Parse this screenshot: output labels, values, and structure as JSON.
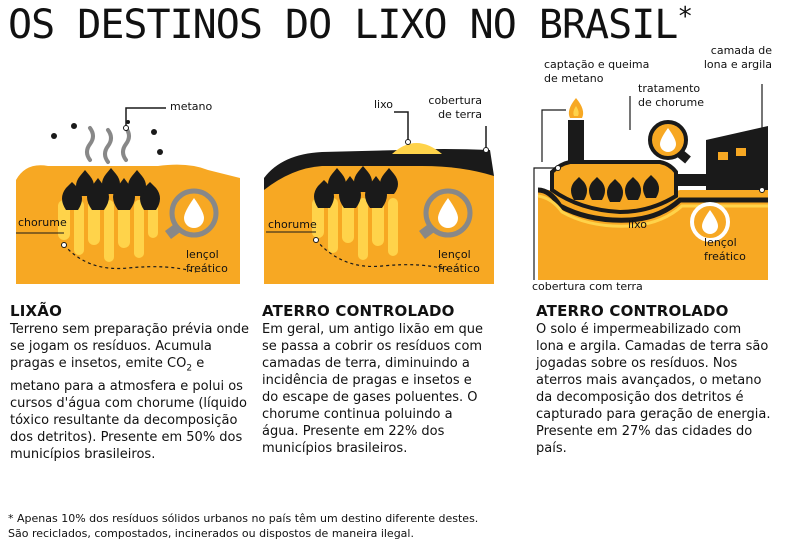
{
  "title": "OS DESTINOS DO LIXO NO BRASIL",
  "title_mark": "*",
  "colors": {
    "orange": "#F7A823",
    "dark": "#1A1A1A",
    "yellow": "#FFD34A",
    "water_gray": "#8A8A8A"
  },
  "panels": [
    {
      "labels": {
        "gas": "metano",
        "leachate": "chorume",
        "groundwater_line1": "lençol",
        "groundwater_line2": "freático"
      },
      "heading": "LIXÃO",
      "text_parts": [
        "Terreno sem preparação prévia onde se jogam os resíduos. Acumula pragas e insetos, emite CO",
        "2",
        " e metano para a atmosfera e polui os cursos d'água com chorume (líquido tóxico resultante da decomposição dos detritos). Presente em 50% dos municípios brasileiros."
      ],
      "share_pct": 50
    },
    {
      "labels": {
        "trash": "lixo",
        "cover_line1": "cobertura",
        "cover_line2": "de terra",
        "leachate": "chorume",
        "groundwater_line1": "lençol",
        "groundwater_line2": "freático"
      },
      "heading": "ATERRO CONTROLADO",
      "text": "Em geral, um antigo lixão em que se passa a cobrir os resíduos com camadas de terra, diminuindo a incidência de pragas e insetos e do escape de gases poluentes. O chorume continua poluindo a água. Presente em 22% dos municípios brasileiros.",
      "share_pct": 22
    },
    {
      "labels": {
        "capture_line1": "captação e queima",
        "capture_line2": "de metano",
        "treatment_line1": "tratamento",
        "treatment_line2": "de chorume",
        "liner_line1": "camada de",
        "liner_line2": "lona e argila",
        "trash": "lixo",
        "groundwater_line1": "lençol",
        "groundwater_line2": "freático",
        "cover": "cobertura com terra"
      },
      "heading": "ATERRO CONTROLADO",
      "text": "O solo é impermeabilizado com lona e argila. Camadas de terra são jogadas sobre os resíduos. Nos aterros mais avançados, o metano da decomposição dos detritos é capturado para geração de energia. Presente em 27% das cidades do país.",
      "share_pct": 27
    }
  ],
  "footnote": {
    "line1": "* Apenas 10% dos resíduos sólidos urbanos no país têm um destino diferente destes.",
    "line2": "São reciclados, compostados, incinerados ou dispostos de maneira ilegal."
  }
}
